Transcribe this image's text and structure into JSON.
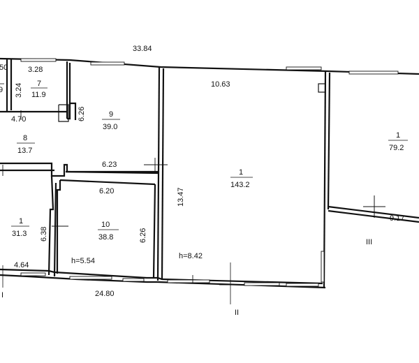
{
  "overall": {
    "top_length": "33.84",
    "bottom_length": "24.80"
  },
  "rooms": [
    {
      "number": "7",
      "area": "11.9",
      "width": "3.28",
      "height": "3.24"
    },
    {
      "number": "9",
      "area": "39.0",
      "height": "6.26"
    },
    {
      "number": "1",
      "area": "143.2",
      "width": "10.63",
      "height": "13.47",
      "ceiling": "h=8.42"
    },
    {
      "number": "1",
      "area": "79.2",
      "width": "9.17"
    },
    {
      "number": "8",
      "area": "13.7",
      "width_top": "4.70",
      "width_bottom": "6.23"
    },
    {
      "number": "1",
      "area": "31.3",
      "height": "6.38",
      "width": "4.64"
    },
    {
      "number": "10",
      "area": "38.8",
      "width": "6.20",
      "height": "6.26",
      "ceiling": "h=5.54"
    }
  ],
  "partial": {
    "top": "50",
    "side": "9"
  },
  "section_marks": [
    "I",
    "II",
    "III"
  ]
}
